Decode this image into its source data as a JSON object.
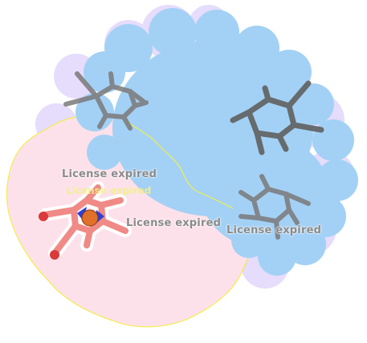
{
  "watermarks": {
    "label_1": "License expired",
    "label_2": "License expired",
    "label_3": "License expired",
    "label_ghost": "License expired"
  },
  "colors": {
    "lavender_surface": "#e6dcfb",
    "blue_surface": "#a3d1f5",
    "pink_surface": "#fde1ea",
    "pocket_outline": "#f2ee4a",
    "heme_gray": "#707070",
    "ligand_salmon": "#f08a86",
    "ligand_red": "#d93a3a",
    "ligand_blue": "#2e3fd6",
    "ligand_iron": "#e0702a"
  }
}
